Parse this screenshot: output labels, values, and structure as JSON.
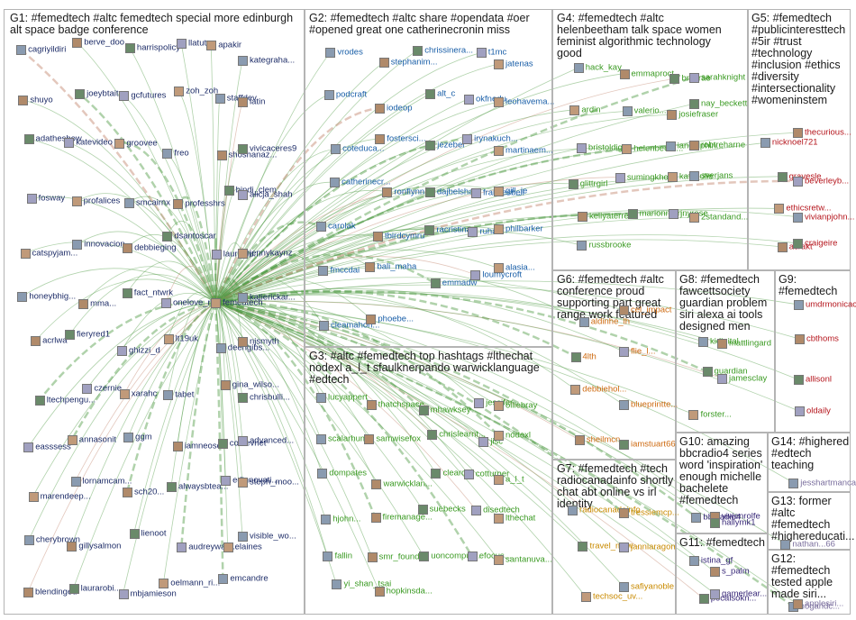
{
  "colors": {
    "g1": "#1e2d68",
    "g2": "#1a5fa8",
    "g4": "#3a9a22",
    "g5": "#b5161d",
    "g6": "#ce6a10",
    "g7": "#c98a00",
    "g11": "#382878",
    "g13": "#7b6f9e",
    "edge": "#4f9b45",
    "edge_hub": "#c2836b"
  },
  "groups": [
    {
      "id": "G1",
      "title": "G1: #femedtech #altc femedtech special more edinburgh alt space badge conference"
    },
    {
      "id": "G2",
      "title": "G2: #femedtech #altc share #opendata #oer #opened great one catherinecronin miss"
    },
    {
      "id": "G3",
      "title": "G3: #altc #femedtech top hashtags #lthechat nodexl a_l_t sfaulknerpando warwicklanguage #edtech"
    },
    {
      "id": "G4",
      "title": "G4: #femedtech #altc helenbeetham talk space women feminist algorithmic technology good"
    },
    {
      "id": "G5",
      "title": "G5: #femedtech #publicinteresttech #5ir #trust #technology #inclusion #ethics #diversity #intersectionality #womeninstem"
    },
    {
      "id": "G6",
      "title": "G6: #femedtech #altc conference proud supporting part great range work featured"
    },
    {
      "id": "G7",
      "title": "G7: #femedtech #tech radiocanadainfo shortly chat abt online vs irl identity"
    },
    {
      "id": "G8",
      "title": "G8: #femedtech fawcettsociety guardian problem siri alexa ai tools designed men"
    },
    {
      "id": "G9",
      "title": "G9: #femedtech"
    },
    {
      "id": "G10",
      "title": "G10: amazing bbcradio4 series word 'inspiration' enough michelle bachelete #femedtech"
    },
    {
      "id": "G11",
      "title": "G11: #femedtech"
    },
    {
      "id": "G12",
      "title": "G12: #femedtech tested apple made siri..."
    },
    {
      "id": "G13",
      "title": "G13: former #altc #femedtech #highereducati..."
    },
    {
      "id": "G14",
      "title": "G14: #highered #edtech teaching"
    }
  ],
  "nodes": {
    "G1": [
      "cagriyildiri",
      "berve_doo...",
      "harrispolicy",
      "llatuts",
      "apakir",
      "kategraha...",
      "shuyo",
      "joeybtait",
      "gcfutures",
      "zoh_zoh",
      "staffdev",
      "latin",
      "adatheshow",
      "katevideo",
      "groovee",
      "freo",
      "shoshanaz...",
      "vivicaceres9",
      "fosway",
      "profalices",
      "smcairnx",
      "professhrs",
      "bindi_clem",
      "alicja_shah",
      "catspyjam...",
      "innovacion...",
      "debbieging",
      "dsantoscar",
      "laurablu...",
      "jennykaynz",
      "honeybhig...",
      "mma...",
      "fact_ntwrk",
      "onelove_mk",
      "femedtech",
      "katierickar...",
      "acrlwa",
      "fieryred1",
      "ghizzi_d",
      "lt19uk",
      "deengibs...",
      "njsmyth",
      "ltechpengu...",
      "czernie",
      "xarahc",
      "tabet",
      "gina_wilso...",
      "chrisbulli...",
      "easssess",
      "annasonit",
      "ggm",
      "iamneoso...",
      "coldevnet",
      "advanced...",
      "marendeep...",
      "lornamcam...",
      "sch20...",
      "alwaysbtea...",
      "edinnovati...",
      "steph_moo...",
      "cherybrown",
      "gillysalmon",
      "lienoot",
      "audreywatt...",
      "elaines",
      "visible_wo...",
      "blendinged",
      "laurarobi...",
      "mbjamieson",
      "oelmann_ri...",
      "emcandre"
    ],
    "G2": [
      "vrodes",
      "stephanim...",
      "chrissinera...",
      "t1mc",
      "jatenas",
      "podcraft",
      "iodeop",
      "alt_c",
      "okfnedu",
      "leohavema...",
      "coteduca...",
      "fostersci...",
      "jezebel",
      "irynakuch...",
      "martinaem...",
      "catherinecr...",
      "ronflynn",
      "dajbelshaw",
      "francesbell",
      "gill_ie",
      "carolak",
      "tbirdcymru",
      "racristina...",
      "ruha9",
      "philbarker",
      "fmccdai",
      "bali_maha",
      "emmadw",
      "loumycroft",
      "alasia...",
      "cleamahon...",
      "phoebe..."
    ],
    "G3": [
      "lucyappert",
      "thatchspace",
      "mhawksey",
      "jessifer",
      "olliebray",
      "scalarhum...",
      "samwisefox",
      "chrislearnt...",
      "jisc",
      "nodexl",
      "dompates",
      "warwicklan...",
      "cleardiff",
      "cotturner",
      "a_l_t",
      "hjohn...",
      "firemanage...",
      "suebecks",
      "disedtech",
      "lthechat",
      "fallin",
      "smr_found...",
      "uoncomput...",
      "efocus...",
      "santanuva...",
      "yi_shan_tsai",
      "hopkinsda..."
    ],
    "G4": [
      "hack_kay",
      "emmaproct...",
      "bmgrae",
      "sarahknight",
      "ardin",
      "valerio...",
      "josiefraser",
      "nay_beckett",
      "bristoldig",
      "helenbeeth...",
      "iandolphin...",
      "robtreharne",
      "glittrgirl",
      "sumingkhoo",
      "katkoulle",
      "sverjans",
      "kellyaterrell",
      "marionman...",
      "jnyrose",
      "2standand...",
      "russbrooke"
    ],
    "G5": [
      "nicknoel721",
      "thecurious...",
      "gravesle",
      "beverleyb...",
      "ethicsretw...",
      "vivianpjohn...",
      "acrakt",
      "craigeire"
    ],
    "G6": [
      "aldinhe_lh",
      "cel_impact",
      "4lth",
      "flie_l...",
      "debbiehol...",
      "blueprintte...",
      "sheilmcn",
      "iamstuart66"
    ],
    "G7": [
      "radiocanadainfo",
      "tressiemcp...",
      "travel_msw",
      "janniaragon",
      "techsoc_uv...",
      "safiyanoble"
    ],
    "G8": [
      "kidigital...",
      "mattlingard",
      "guardian",
      "jamesclay",
      "forster..."
    ],
    "G9": [
      "umdrmonicac...",
      "cbthoms",
      "allisonl",
      "oldaily"
    ],
    "G10": [
      "bbcradio4",
      "vivienrolfe",
      "hallymk1"
    ],
    "G11": [
      "istina_gf",
      "s_palm",
      "pocalsokn...",
      "gamerlear..."
    ],
    "G12": [
      "hogandc...",
      "applesiri..."
    ],
    "G13": [
      "nathan...66"
    ],
    "G14": [
      "jesshartmancass"
    ]
  }
}
